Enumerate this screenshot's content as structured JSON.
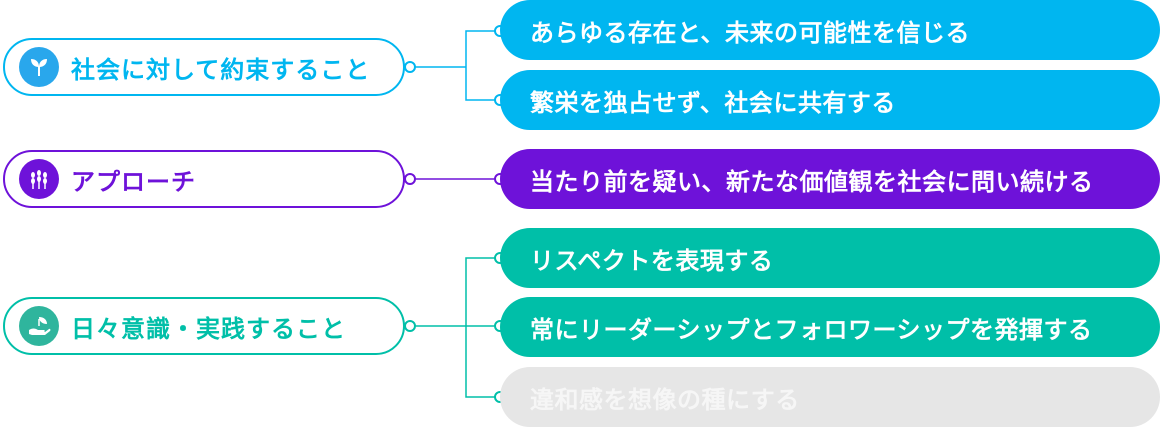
{
  "colors": {
    "cyan": "#00b6f0",
    "purple": "#6e12d9",
    "teal": "#00bfa8",
    "gray": "#e6e6e6"
  },
  "groups": [
    {
      "label": "社会に対して約束すること",
      "icon": "sprout-icon",
      "color": "cyan",
      "items": [
        "あらゆる存在と、未来の可能性を信じる",
        "繁栄を独占せず、社会に共有する"
      ]
    },
    {
      "label": "アプローチ",
      "icon": "wheat-icon",
      "color": "purple",
      "items": [
        "当たり前を疑い、新たな価値観を社会に問い続ける"
      ]
    },
    {
      "label": "日々意識・実践すること",
      "icon": "hand-leaf-icon",
      "color": "teal",
      "items": [
        "リスペクトを表現する",
        "常にリーダーシップとフォロワーシップを発揮する",
        "違和感を想像の種にする"
      ]
    }
  ]
}
